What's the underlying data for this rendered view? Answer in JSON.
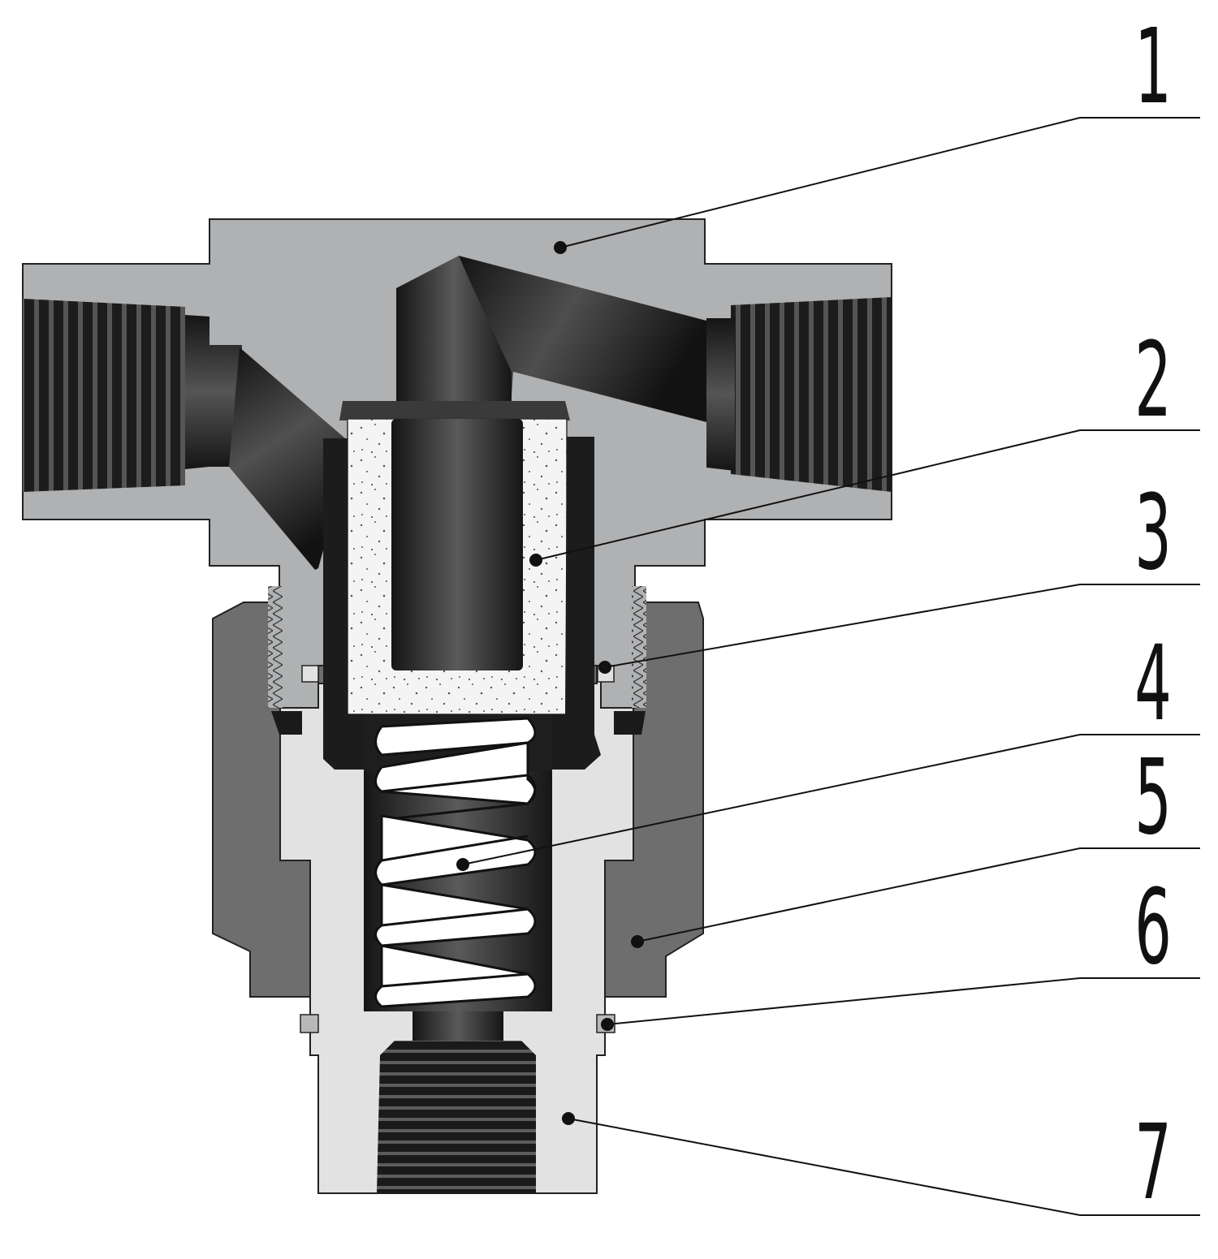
{
  "callouts": [
    {
      "label": "1"
    },
    {
      "label": "2"
    },
    {
      "label": "3"
    },
    {
      "label": "4"
    },
    {
      "label": "5"
    },
    {
      "label": "6"
    },
    {
      "label": "7"
    }
  ],
  "colors": {
    "body": "#b0b1b3",
    "passage_dark": "#1d1d1d",
    "nut": "#6e6e6e",
    "adapter": "#e2e2e2",
    "filter": "#f3f3f3",
    "spring": "#ffffff",
    "line": "#111111"
  }
}
